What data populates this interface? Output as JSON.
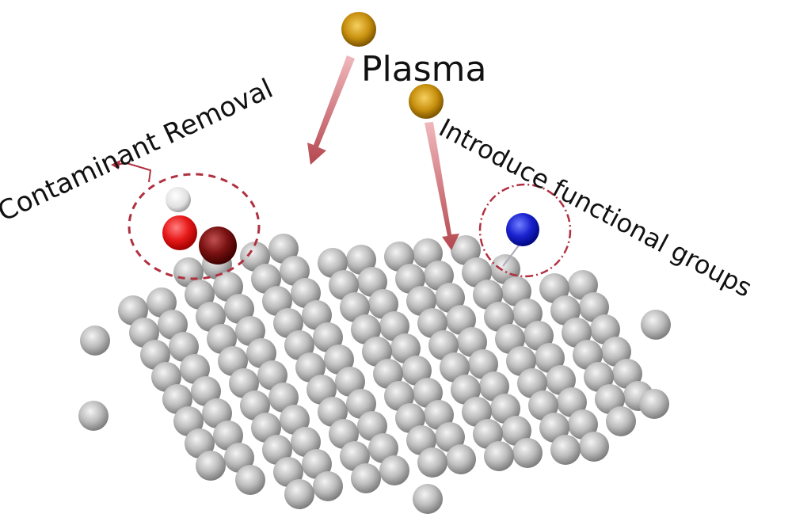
{
  "title": "Plasma",
  "labels": {
    "plasma": "Plasma",
    "left": "Contaminant Removal",
    "right": "Introduce functional groups"
  },
  "colors": {
    "plasma_particle": "#c8900e",
    "arrow": "#b5474f",
    "dashed_circle": "#b03040",
    "hydrogen": "#e8e8e8",
    "oxygen": "#e81a1a",
    "contaminant": "#7a1212",
    "functional_group": "#1a22d0",
    "substrate_atom": "#b5b5b5"
  },
  "elements": {
    "plasma_particles": 2,
    "arrows": 2,
    "highlight_circles": [
      "contaminant-molecule",
      "functional-group-atom"
    ]
  }
}
